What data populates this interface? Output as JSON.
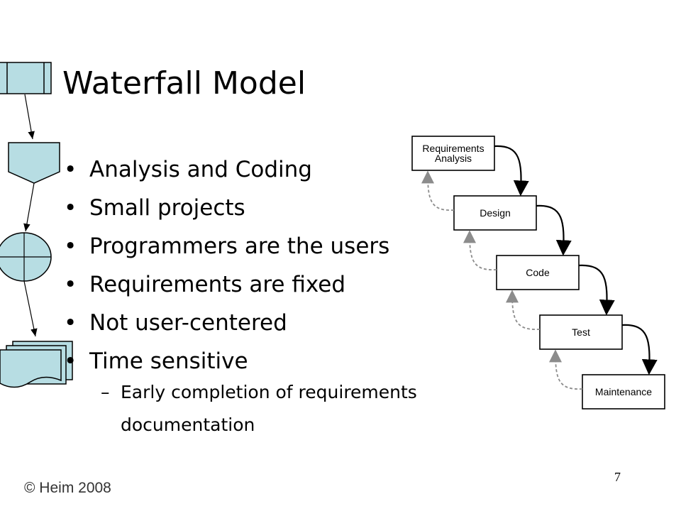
{
  "slide": {
    "title": "Waterfall Model",
    "bullets": [
      {
        "text": "Analysis and Coding"
      },
      {
        "text": "Small projects"
      },
      {
        "text": "Programmers are the users"
      },
      {
        "text": "Requirements are fixed"
      },
      {
        "text": "Not user-centered"
      },
      {
        "text": "Time sensitive"
      }
    ],
    "bullet_symbol": "•",
    "sub_bullet": {
      "dash": "–",
      "line1": "Early completion of requirements",
      "line2": "documentation"
    },
    "footer": "© Heim 2008",
    "page_number": "7"
  },
  "diagram": {
    "stages": [
      {
        "lines": [
          "Requirements",
          "Analysis"
        ]
      },
      {
        "lines": [
          "Design"
        ]
      },
      {
        "lines": [
          "Code"
        ]
      },
      {
        "lines": [
          "Test"
        ]
      },
      {
        "lines": [
          "Maintenance"
        ]
      }
    ],
    "colors": {
      "box_border": "#000000",
      "forward_arrow": "#000000",
      "feedback_arrow": "#8c8c8c",
      "deco_fill": "#b7dde3"
    }
  }
}
